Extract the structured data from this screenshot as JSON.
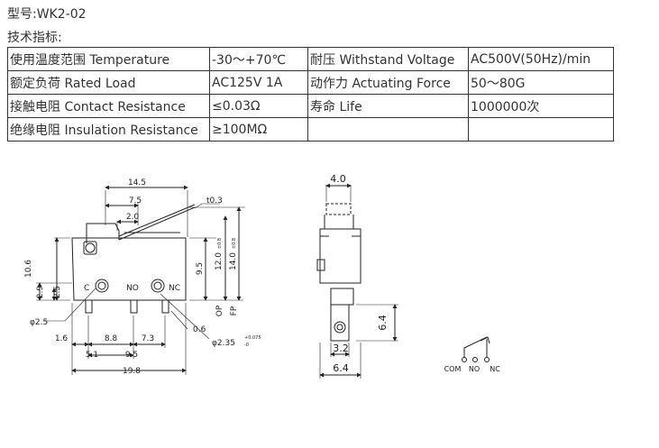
{
  "model_line": "型号:WK2-02",
  "tech_heading": "技术指标:",
  "spec_rows": [
    [
      "使用温度范围 Temperature",
      "-30～+70℃",
      "耐压 Withstand Voltage",
      "AC500V(50Hz)/min"
    ],
    [
      "额定负荷 Rated Load",
      "AC125V 1A",
      "动作力 Actuating Force",
      "50～80G"
    ],
    [
      "接触电阻 Contact Resistance",
      "≤0.03Ω",
      "寿命 Life",
      "1000000次"
    ],
    [
      "绝缘电阻 Insulation Resistance",
      "≥100MΩ",
      "",
      ""
    ]
  ],
  "drawing": {
    "front": {
      "dim_14_5": "14.5",
      "dim_7_5": "7.5",
      "dim_2_0": "2.0",
      "dim_t0_3": "t0.3",
      "dim_10_6": "10.6",
      "dim_2_9": "2.9",
      "dim_2_5": "2.5",
      "dim_9_5_v": "9.5",
      "dim_12_0": "12.0",
      "tol_12": "±0.8",
      "dim_14_0": "14.0",
      "tol_14": "±0.8",
      "op": "OP",
      "fp": "FP",
      "label_c": "C",
      "label_no": "NO",
      "label_nc": "NC",
      "dia_2_5": "φ2.5",
      "dim_0_6": "0.6",
      "dia_2_35": "φ2.35",
      "tol_2_35_upper": "+0.075",
      "tol_2_35_lower": "-0",
      "dim_1_6": "1.6",
      "dim_8_8": "8.8",
      "dim_7_3": "7.3",
      "dim_5_1": "5.1",
      "dim_9_5_h": "9.5",
      "dim_19_8": "19.8"
    },
    "side": {
      "dim_4_0": "4.0",
      "dim_6_4_v": "6.4",
      "dim_3_2": "3.2",
      "dim_6_4_h": "6.4"
    },
    "schematic": {
      "com": "COM",
      "no": "NO",
      "nc": "NC"
    }
  }
}
